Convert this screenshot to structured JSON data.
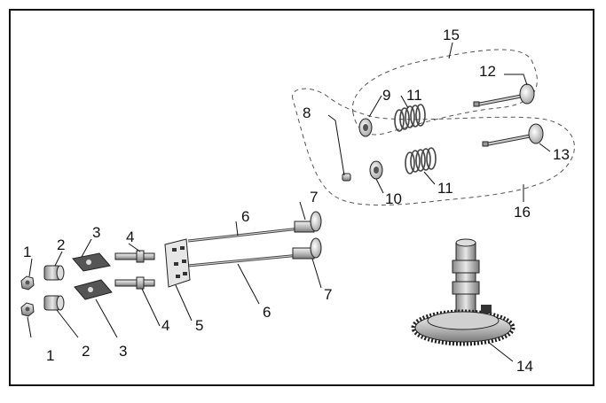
{
  "diagram": {
    "labels": {
      "l1a": "1",
      "l1b": "1",
      "l2a": "2",
      "l2b": "2",
      "l3a": "3",
      "l3b": "3",
      "l4a": "4",
      "l4b": "4",
      "l5": "5",
      "l6a": "6",
      "l6b": "6",
      "l7a": "7",
      "l7b": "7",
      "l8": "8",
      "l9": "9",
      "l10": "10",
      "l11a": "11",
      "l11b": "11",
      "l12": "12",
      "l13": "13",
      "l14": "14",
      "l15": "15",
      "l16": "16"
    }
  }
}
